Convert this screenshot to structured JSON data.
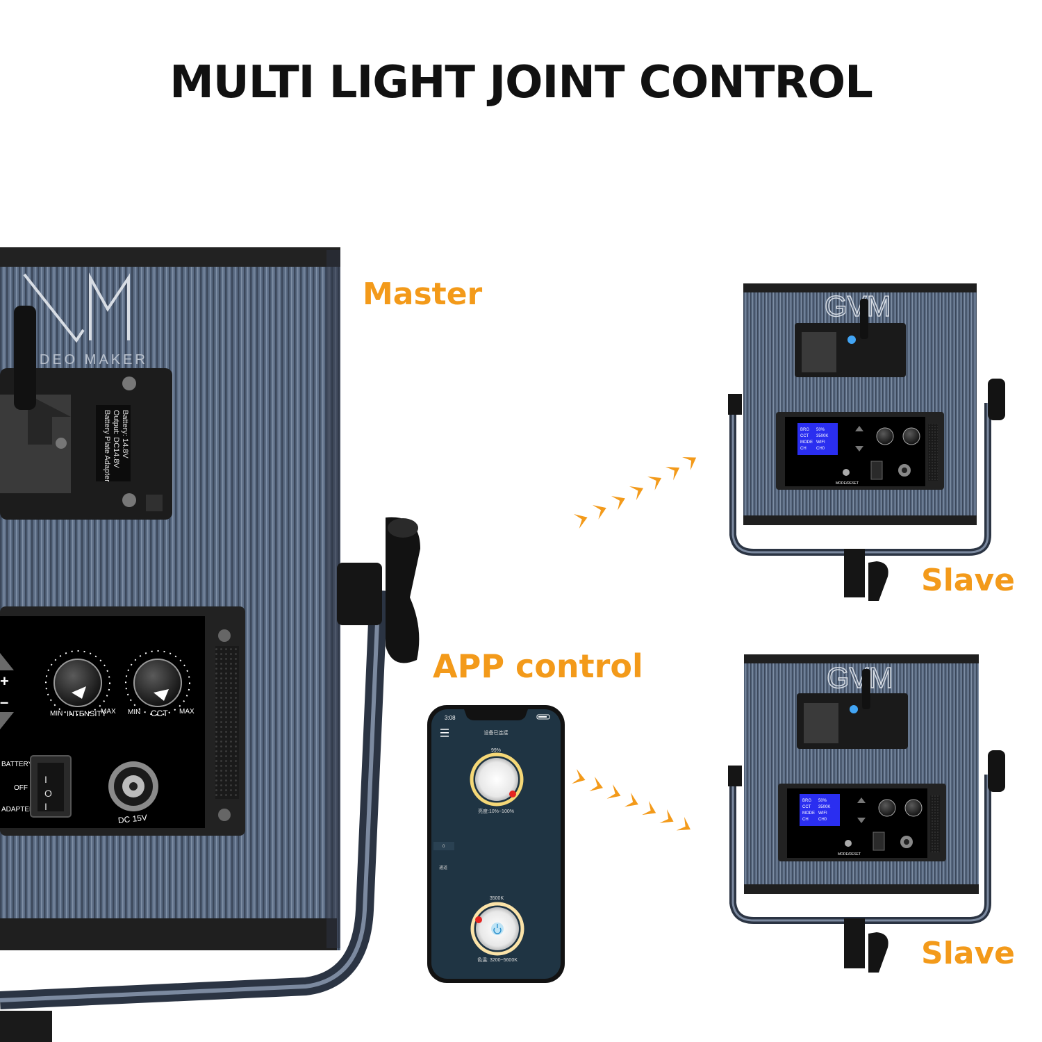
{
  "title": "MULTI LIGHT JOINT CONTROL",
  "labels": {
    "master": "Master",
    "app_control": "APP control",
    "slave_top": "Slave",
    "slave_bottom": "Slave"
  },
  "master_panel": {
    "brand_logo": "GVM",
    "brand_subtitle": "VIDEO MAKER",
    "adapter_label": {
      "line1": "Battery Plate Adapter",
      "line2": "Output: DC14.8V",
      "line3": "Battery: 14.8V"
    },
    "intensity_knob": {
      "min": "MIN",
      "name": "INTENSITY",
      "max": "MAX"
    },
    "cct_knob": {
      "min": "MIN",
      "name": "CCT",
      "max": "MAX"
    },
    "plus": "+",
    "minus": "–",
    "switch": {
      "battery": "BATTERY",
      "off": "OFF",
      "adapter": "ADAPTER"
    },
    "dc_port": "DC 15V"
  },
  "slave_panel": {
    "brand_logo": "GVM",
    "lcd": [
      {
        "key": "BRG",
        "value": "50%"
      },
      {
        "key": "CCT",
        "value": "3500K"
      },
      {
        "key": "MODE",
        "value": "WIFI"
      },
      {
        "key": "CH",
        "value": "CH0"
      }
    ],
    "mode_button": "MODE/RESET"
  },
  "phone": {
    "time": "3:08",
    "header_title": "设备已连接",
    "brightness_value": "99%",
    "brightness_range": "亮度:10%~100%",
    "channel_value": "0",
    "channel_label": "通道",
    "cct_value": "3500K",
    "cct_range": "色温: 3200~5600K"
  },
  "colors": {
    "accent_orange": "#f39a1a",
    "panel_blue": "#55657b",
    "lcd_blue": "#2a2ef0",
    "app_bg": "#1f3443"
  }
}
